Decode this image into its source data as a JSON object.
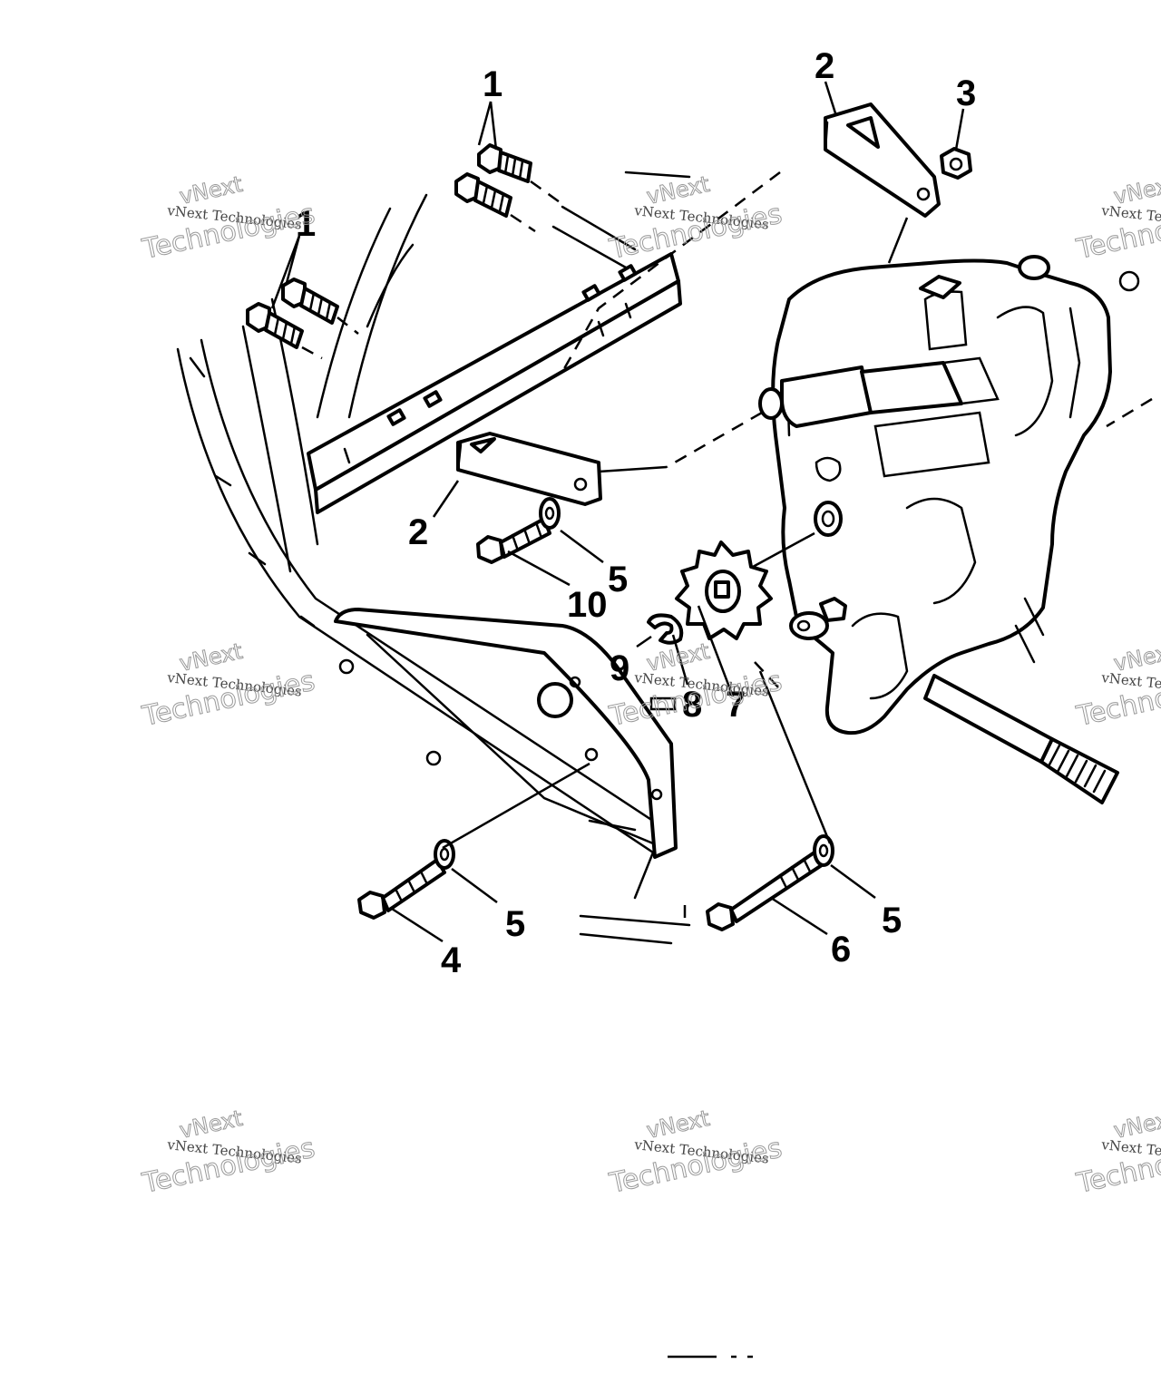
{
  "callouts": {
    "c1_top": "1",
    "c1_left": "1",
    "c2_top": "2",
    "c2_mid": "2",
    "c3": "3",
    "c4": "4",
    "c5_a": "5",
    "c5_b": "5",
    "c5_c": "5",
    "c6": "6",
    "c7": "7",
    "c8": "8",
    "c9": "9",
    "c10": "10"
  },
  "watermark": {
    "line1": "vNext Technologies",
    "line2": "vNext",
    "line3": "Technologies"
  },
  "footer_mark": "— ·"
}
